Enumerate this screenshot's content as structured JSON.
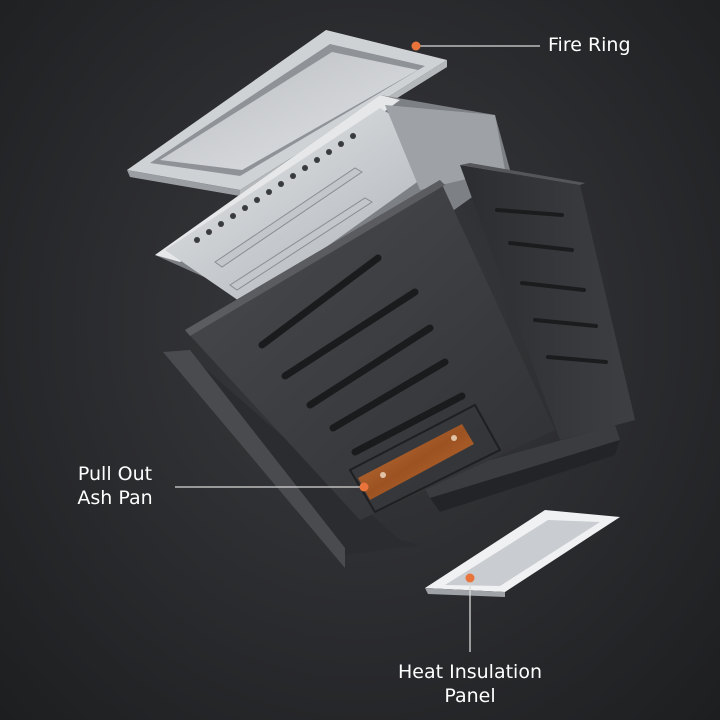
{
  "callouts": {
    "fire_ring": {
      "lines": [
        "Fire Ring"
      ]
    },
    "ash_pan": {
      "lines": [
        "Pull Out",
        "Ash Pan"
      ]
    },
    "heat_panel": {
      "lines": [
        "Heat Insulation",
        "Panel"
      ]
    }
  },
  "colors": {
    "background": "#2a2b2e",
    "callout_dot": "#e8743b",
    "callout_line": "#d9d9d9",
    "label_text": "#ffffff",
    "steel_light": "#d6d8db",
    "steel_dark": "#3c3d40",
    "wood_handle": "#b0602a"
  }
}
